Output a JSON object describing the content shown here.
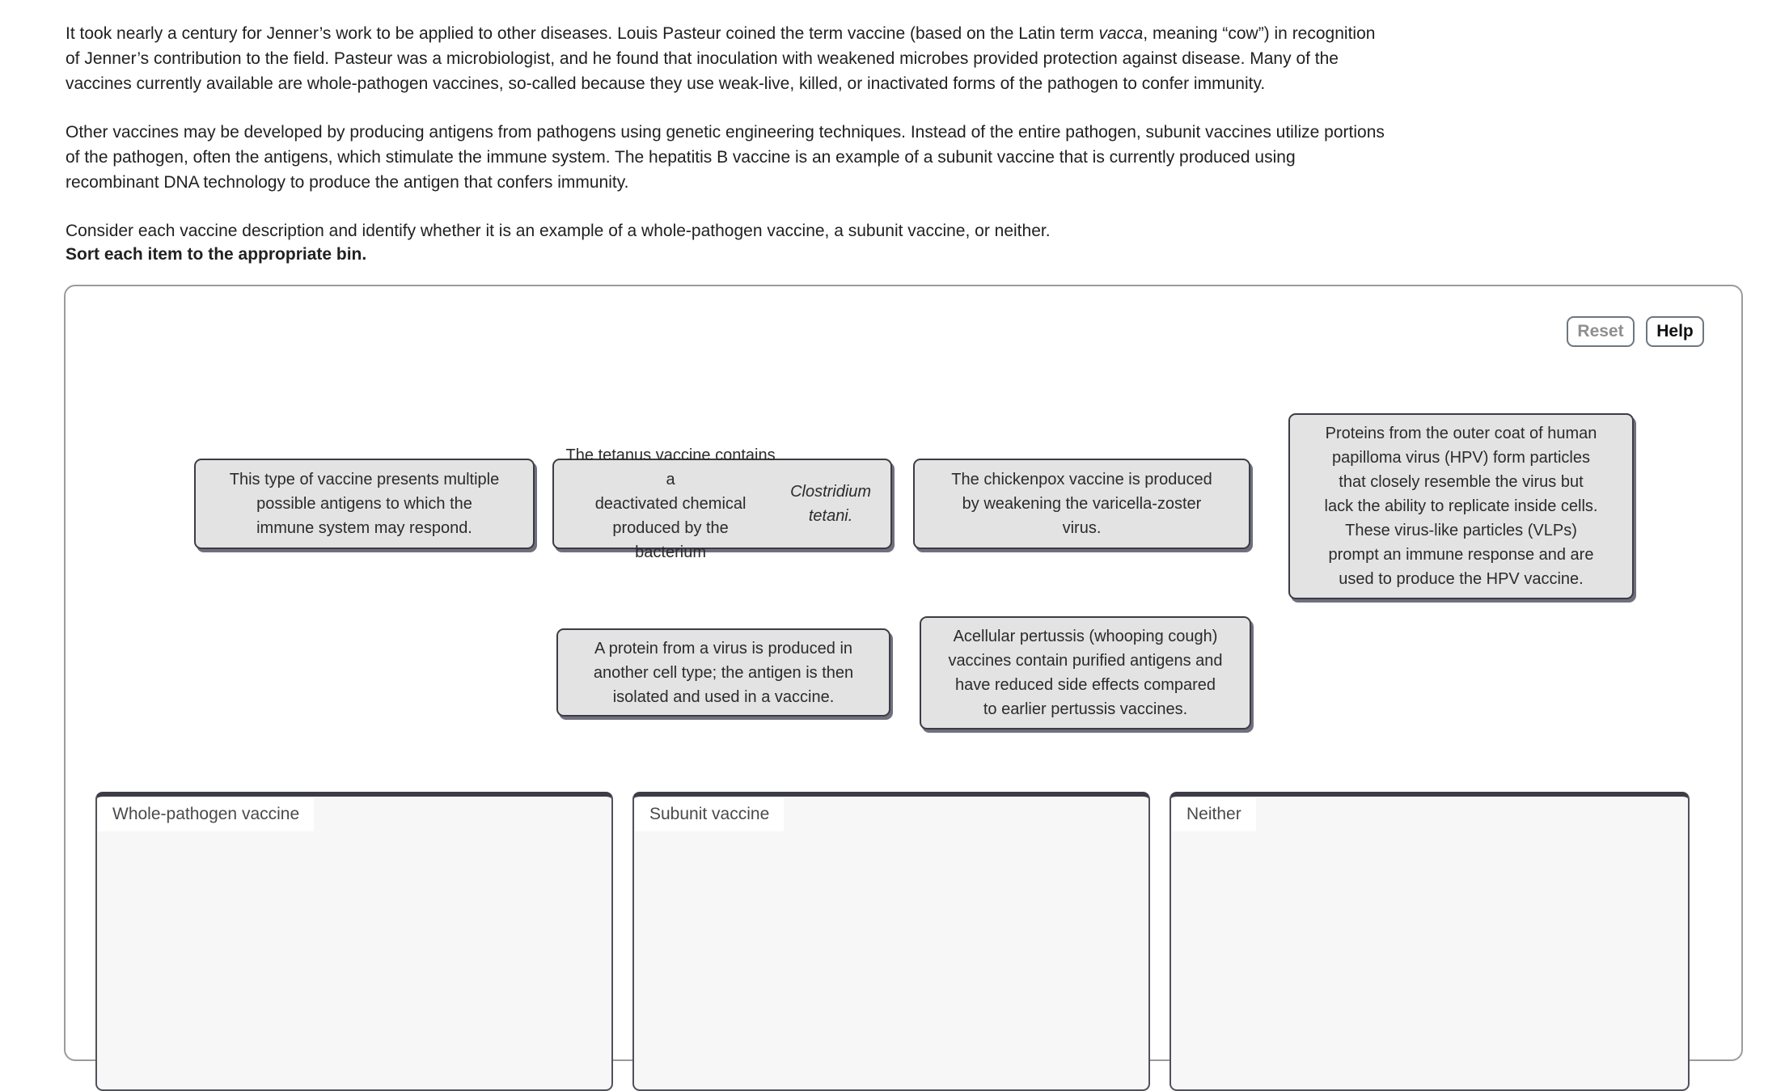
{
  "intro": {
    "paragraph_1": "It took nearly a century for Jenner’s work to be applied to other diseases. Louis Pasteur coined the term vaccine (based on the Latin term vacca, meaning “cow”) in recognition\nof Jenner’s contribution to the field. Pasteur was a microbiologist, and he found that inoculation with weakened microbes provided protection against disease. Many of the\nvaccines currently available are whole-pathogen vaccines, so-called because they use weak-live, killed, or inactivated forms of the pathogen to confer immunity.",
    "paragraph_2": "Other vaccines may be developed by producing antigens from pathogens using genetic engineering techniques. Instead of the entire pathogen, subunit vaccines utilize portions\nof the pathogen, often the antigens, which stimulate the immune system. The hepatitis B vaccine is an example of a subunit vaccine that is currently produced using\nrecombinant DNA technology to produce the antigen that confers immunity.",
    "paragraph_3": "Consider each vaccine description and identify whether it is an example of a whole-pathogen vaccine, a subunit vaccine, or neither.",
    "instruction": "Sort each item to the appropriate bin."
  },
  "activity": {
    "buttons": {
      "reset": "Reset",
      "help": "Help"
    },
    "items": [
      {
        "text": "This type of vaccine presents multiple\npossible antigens to which the\nimmune system may respond."
      },
      {
        "text": "The tetanus vaccine contains a\ndeactivated chemical produced by the\nbacterium Clostridium tetani."
      },
      {
        "text": "The chickenpox vaccine is produced\nby weakening the varicella-zoster\nvirus."
      },
      {
        "text": "Proteins from the outer coat of human\npapilloma virus (HPV) form particles\nthat closely resemble the virus but\nlack the ability to replicate inside cells.\nThese virus-like particles (VLPs)\nprompt an immune response and are\nused to produce the HPV vaccine."
      },
      {
        "text": "A protein from a virus is produced in\nanother cell type; the antigen is then\nisolated and used in a vaccine."
      },
      {
        "text": "Acellular pertussis (whooping cough)\nvaccines contain purified antigens and\nhave reduced side effects compared\nto earlier pertussis vaccines."
      }
    ],
    "bins": [
      {
        "label": "Whole-pathogen vaccine"
      },
      {
        "label": "Subunit vaccine"
      },
      {
        "label": "Neither"
      }
    ]
  },
  "italic_terms": [
    "vacca",
    "Clostridium tetani."
  ],
  "colors": {
    "card_bg": "#e3e3e3",
    "card_border": "#3c3c44",
    "card_shadow": "#6f6f7e",
    "bin_bg": "#f7f7f8",
    "bin_border": "#51515b",
    "panel_border": "#9b9b9b",
    "help_text": "#101010",
    "reset_text": "#8f8f8f"
  }
}
